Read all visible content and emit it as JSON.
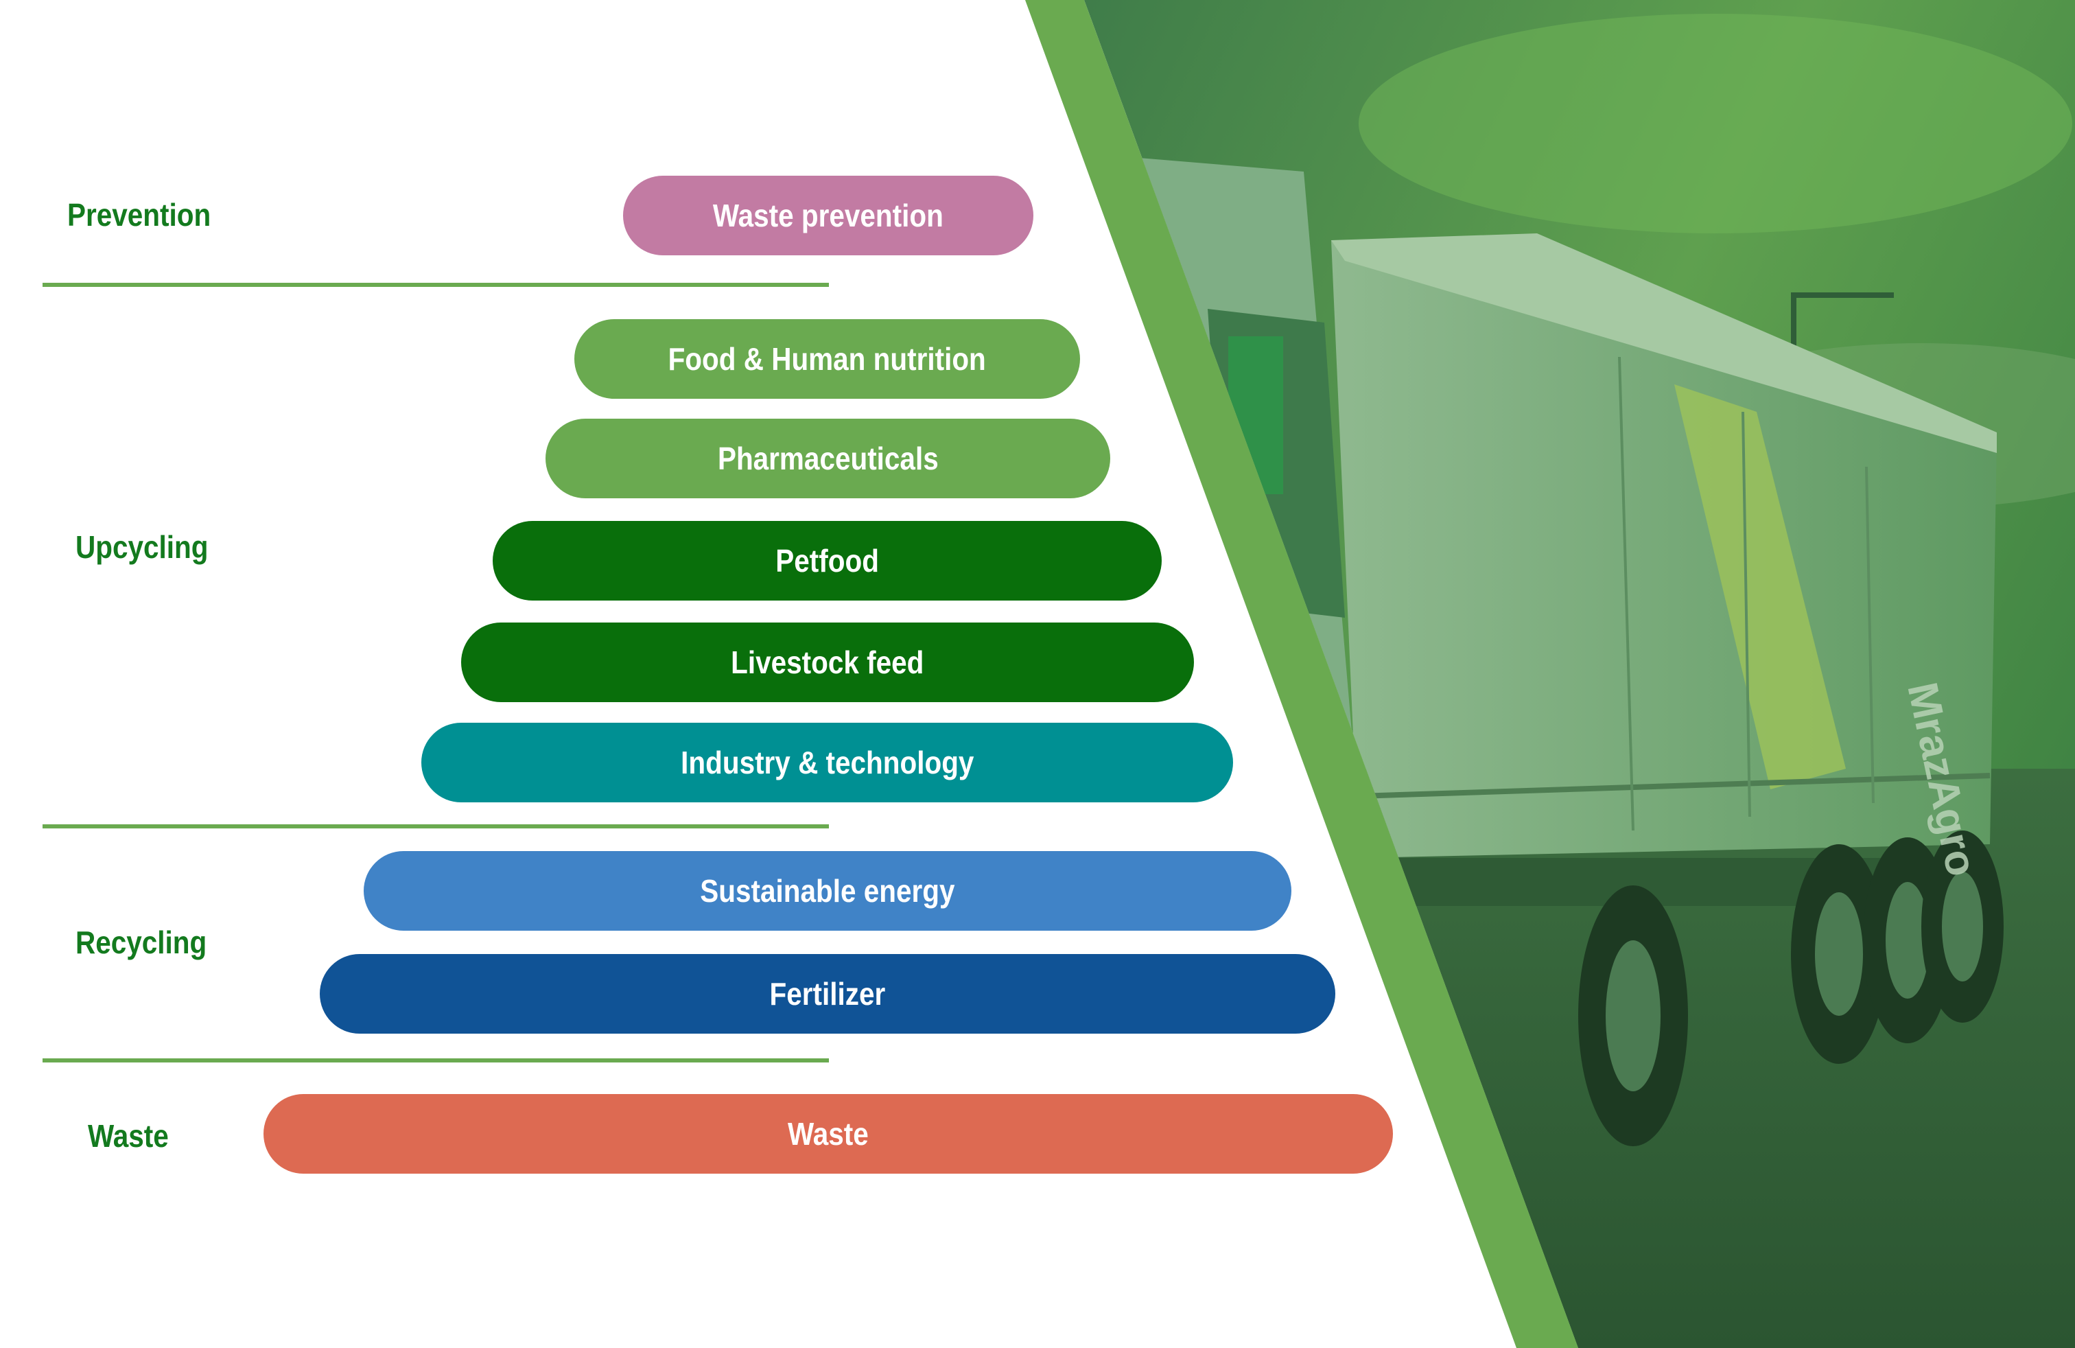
{
  "categories": {
    "prevention": "Prevention",
    "upcycling": "Upcycling",
    "recycling": "Recycling",
    "waste": "Waste"
  },
  "levels": [
    {
      "label": "Waste prevention",
      "color": "#c27ba3"
    },
    {
      "label": "Food & Human nutrition",
      "color": "#6aaa50"
    },
    {
      "label": "Pharmaceuticals",
      "color": "#6aaa50"
    },
    {
      "label": "Petfood",
      "color": "#096f0b"
    },
    {
      "label": "Livestock feed",
      "color": "#096f0b"
    },
    {
      "label": "Industry & technology",
      "color": "#009093"
    },
    {
      "label": "Sustainable energy",
      "color": "#4083c7"
    },
    {
      "label": "Fertilizer",
      "color": "#105396"
    },
    {
      "label": "Waste",
      "color": "#dd6a52"
    }
  ],
  "truck": {
    "brand": "MrazAgro"
  },
  "colors": {
    "category_text": "#137a1e",
    "divider": "#6aaa50",
    "stripe": "#6aaa50"
  }
}
